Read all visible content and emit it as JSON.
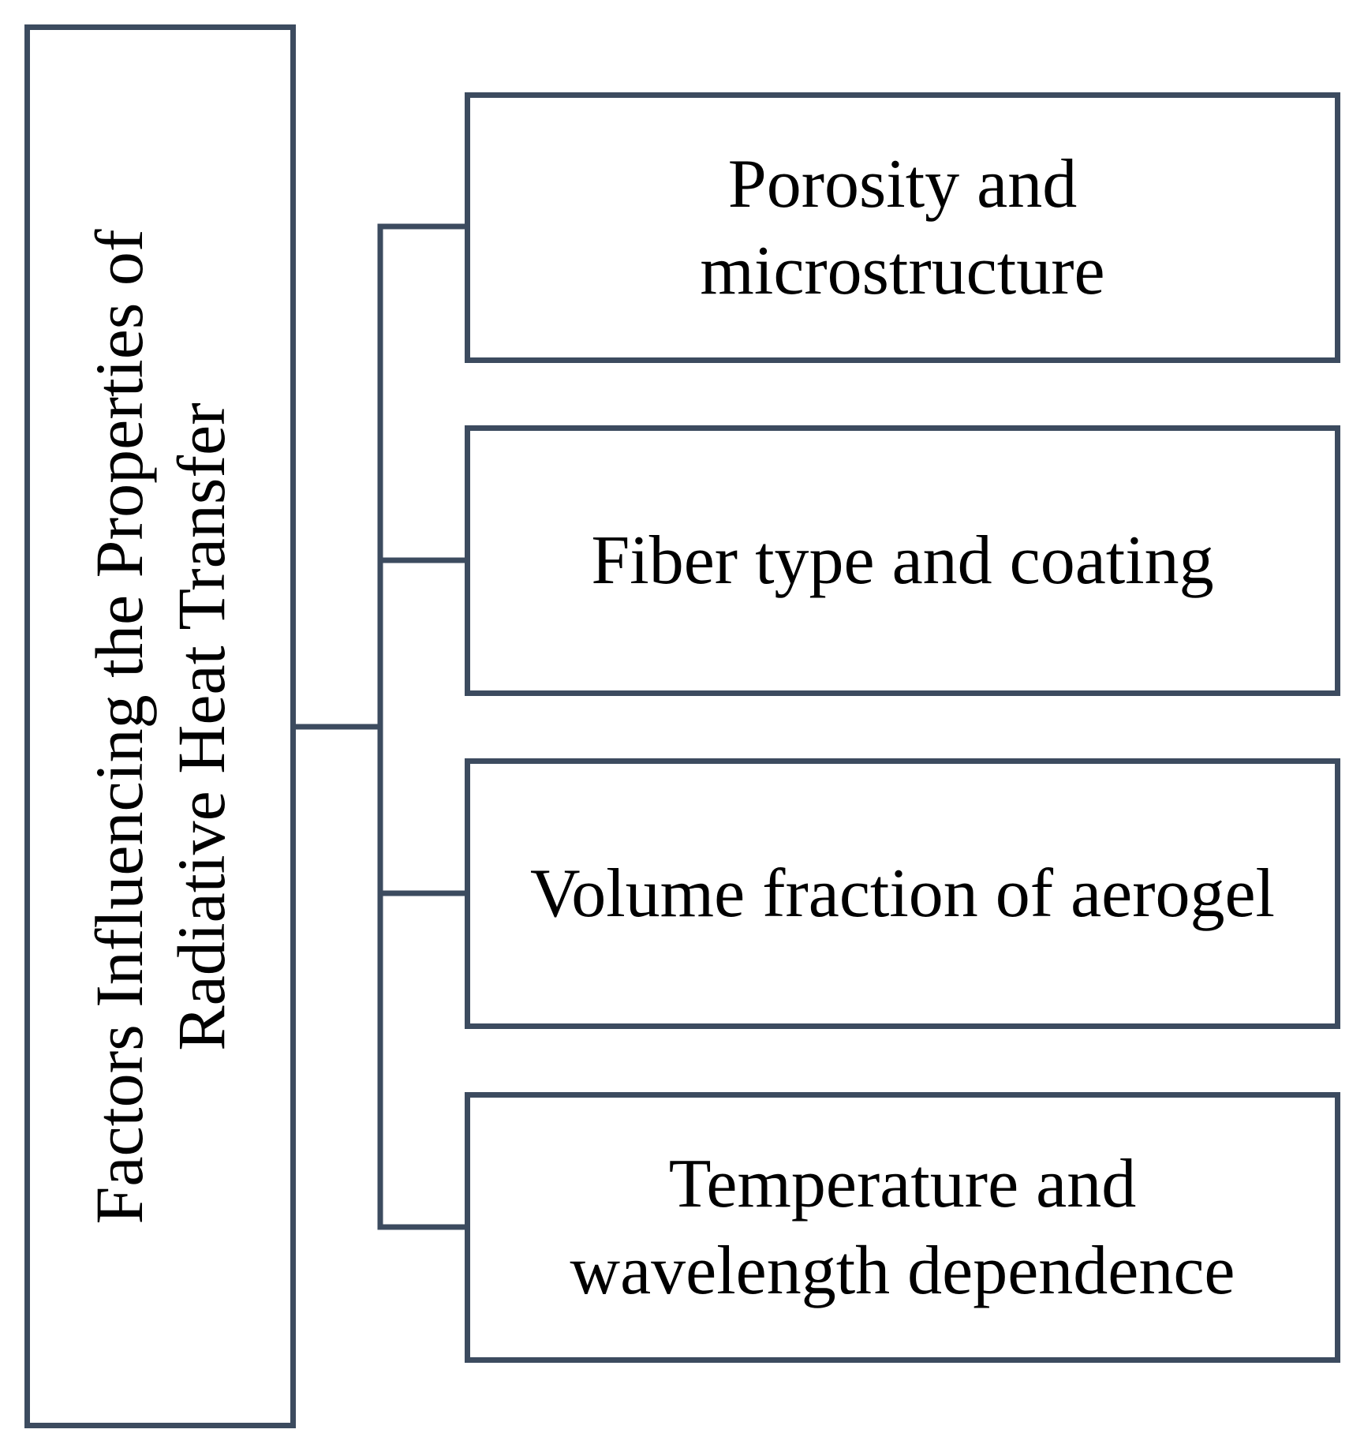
{
  "diagram": {
    "root": {
      "lines": [
        "Factors Influencing the Properties of",
        "Radiative Heat Transfer"
      ]
    },
    "factors": [
      {
        "lines": [
          "Porosity and",
          "microstructure"
        ]
      },
      {
        "lines": [
          "Fiber type and coating"
        ]
      },
      {
        "lines": [
          "Volume fraction of aerogel"
        ]
      },
      {
        "lines": [
          "Temperature and",
          "wavelength dependence"
        ]
      }
    ],
    "colors": {
      "border": "#3c4b5f",
      "text": "#000000",
      "background": "#ffffff"
    }
  }
}
